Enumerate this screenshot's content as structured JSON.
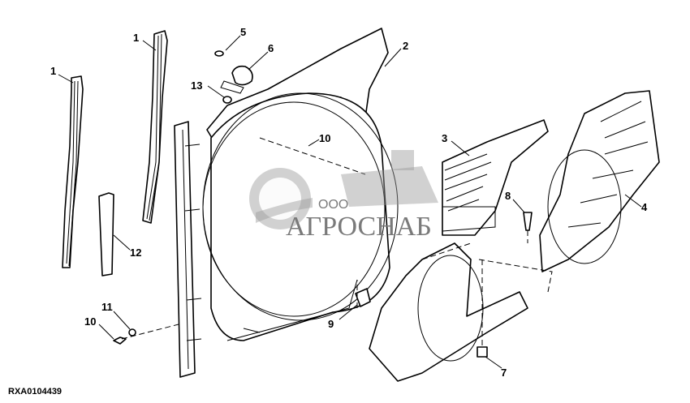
{
  "diagram": {
    "figure_code": "RXA0104439",
    "watermark": {
      "company_prefix": "ООО",
      "company_name": "АГРОСНАБ"
    },
    "callouts": [
      {
        "id": "strip-left",
        "label": "1"
      },
      {
        "id": "strip-right",
        "label": "1"
      },
      {
        "id": "plug",
        "label": "5"
      },
      {
        "id": "bracket",
        "label": "6"
      },
      {
        "id": "nut-top",
        "label": "13"
      },
      {
        "id": "upper-shroud",
        "label": "2"
      },
      {
        "id": "shroud-ring",
        "label": "10"
      },
      {
        "id": "side-panel",
        "label": "3"
      },
      {
        "id": "bolt-8",
        "label": "8"
      },
      {
        "id": "outer-shroud",
        "label": "4"
      },
      {
        "id": "seal-strip",
        "label": "12"
      },
      {
        "id": "washer",
        "label": "11"
      },
      {
        "id": "screw",
        "label": "10"
      },
      {
        "id": "fitting",
        "label": "9"
      },
      {
        "id": "clip",
        "label": "7"
      }
    ]
  }
}
